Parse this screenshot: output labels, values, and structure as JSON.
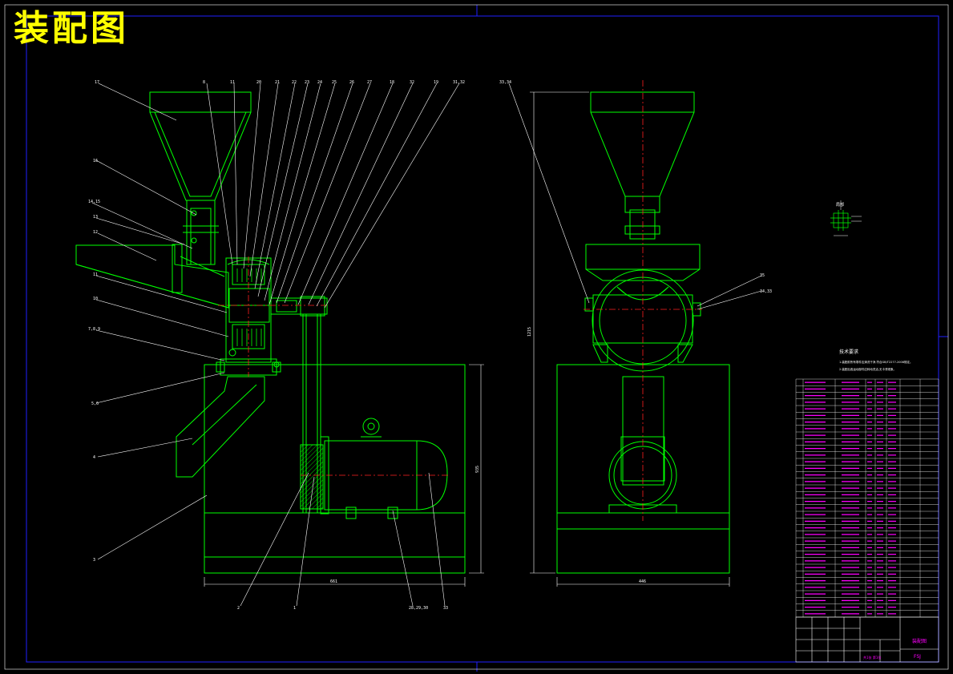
{
  "title": "装配图",
  "colors": {
    "background": "#000000",
    "part_lines": "#00ff00",
    "leaders": "#ffffff",
    "frame": "#2020ff",
    "centerlines": "#ff2020",
    "table_text": "#ff00ff",
    "title_text": "#ffff00"
  },
  "front_view": {
    "balloons": [
      "17",
      "8",
      "11",
      "20",
      "21",
      "22",
      "23",
      "24",
      "25",
      "26",
      "27",
      "18",
      "32",
      "19",
      "31,32"
    ],
    "left_labels": [
      "16",
      "14,15",
      "13",
      "12",
      "11",
      "10",
      "7,8,9",
      "5,6",
      "4",
      "3"
    ],
    "bottom_labels": [
      "2",
      "1",
      "28,29,30",
      "33"
    ],
    "width_dim": "661",
    "height_dim": "935"
  },
  "side_view": {
    "balloon_top": "33,34",
    "balloon_right_1": "35",
    "balloon_right_2": "34,33",
    "width_dim": "446",
    "height_dim": "1215"
  },
  "detail_label": "局部",
  "tech_req": {
    "heading": "技术要求",
    "lines": [
      "1.装配前所有零件应清洗干净,符合GB/T2277-2008规定。",
      "2.装配后各运动部件应转动灵活,无卡滞现象。"
    ]
  },
  "title_block": {
    "drawing_name": "装配图",
    "code": "FSJ",
    "sheet": "共1张 第1张"
  }
}
